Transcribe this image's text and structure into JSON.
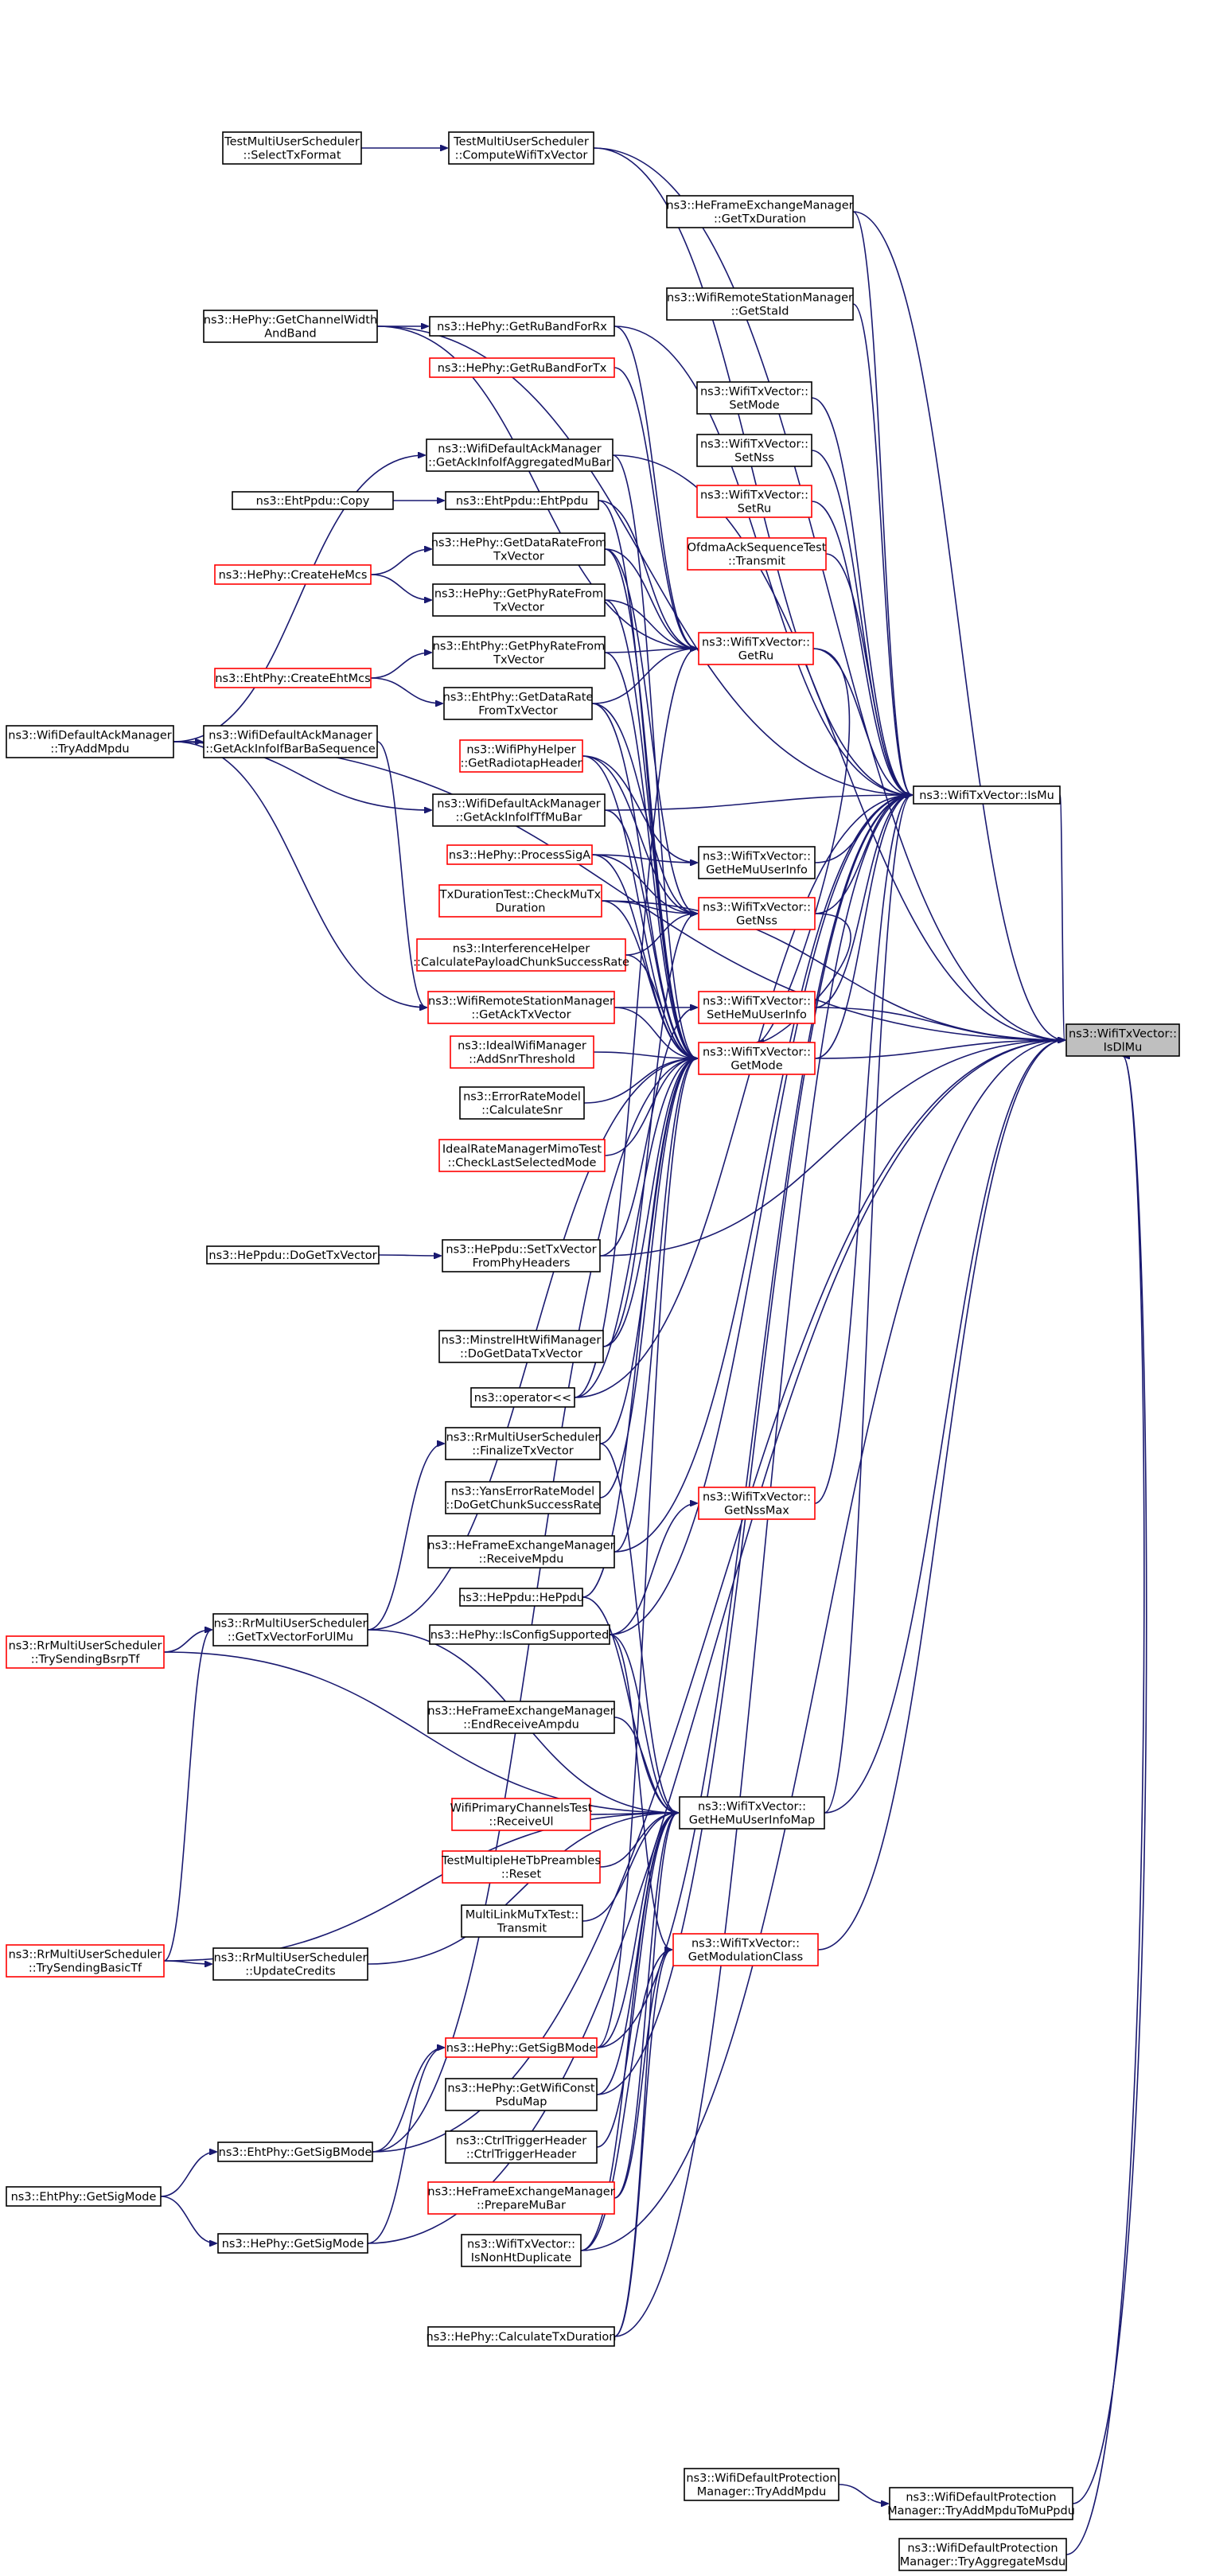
{
  "graph": {
    "nodes": {
      "isdlmu": {
        "lines": [
          "ns3::WifiTxVector::",
          "IsDlMu"
        ],
        "style": "focus"
      },
      "ismu": {
        "lines": [
          "ns3::WifiTxVector::IsMu"
        ],
        "style": "black"
      },
      "hemumap": {
        "lines": [
          "ns3::WifiTxVector::",
          "GetHeMuUserInfoMap"
        ],
        "style": "black"
      },
      "getru": {
        "lines": [
          "ns3::WifiTxVector::",
          "GetRu"
        ],
        "style": "red"
      },
      "getmode": {
        "lines": [
          "ns3::WifiTxVector::",
          "GetMode"
        ],
        "style": "red"
      },
      "getnss": {
        "lines": [
          "ns3::WifiTxVector::",
          "GetNss"
        ],
        "style": "red"
      },
      "sethemu": {
        "lines": [
          "ns3::WifiTxVector::",
          "SetHeMuUserInfo"
        ],
        "style": "red"
      },
      "gethemu": {
        "lines": [
          "ns3::WifiTxVector::",
          "GetHeMuUserInfo"
        ],
        "style": "black"
      },
      "nssmax": {
        "lines": [
          "ns3::WifiTxVector::",
          "GetNssMax"
        ],
        "style": "red"
      },
      "modclass": {
        "lines": [
          "ns3::WifiTxVector::",
          "GetModulationClass"
        ],
        "style": "red"
      },
      "tmus_cwv": {
        "lines": [
          "TestMultiUserScheduler",
          "::ComputeWifiTxVector"
        ],
        "style": "black"
      },
      "tmus_stf": {
        "lines": [
          "TestMultiUserScheduler",
          "::SelectTxFormat"
        ],
        "style": "black"
      },
      "hefem_gtd": {
        "lines": [
          "ns3::HeFrameExchangeManager",
          "::GetTxDuration"
        ],
        "style": "black"
      },
      "wrsm_gsid": {
        "lines": [
          "ns3::WifiRemoteStationManager",
          "::GetStaId"
        ],
        "style": "black"
      },
      "setmode": {
        "lines": [
          "ns3::WifiTxVector::",
          "SetMode"
        ],
        "style": "black"
      },
      "setnss": {
        "lines": [
          "ns3::WifiTxVector::",
          "SetNss"
        ],
        "style": "black"
      },
      "setru": {
        "lines": [
          "ns3::WifiTxVector::",
          "SetRu"
        ],
        "style": "red"
      },
      "oast": {
        "lines": [
          "OfdmaAckSequenceTest",
          "::Transmit"
        ],
        "style": "red"
      },
      "hephy_gcwab": {
        "lines": [
          "ns3::HePhy::GetChannelWidth",
          "AndBand"
        ],
        "style": "black"
      },
      "hephy_grbrx": {
        "lines": [
          "ns3::HePhy::GetRuBandForRx"
        ],
        "style": "black"
      },
      "hephy_grbtx": {
        "lines": [
          "ns3::HePhy::GetRuBandForTx"
        ],
        "style": "red"
      },
      "wdam_gaiamb": {
        "lines": [
          "ns3::WifiDefaultAckManager",
          "::GetAckInfoIfAggregatedMuBar"
        ],
        "style": "black"
      },
      "ehtppdu_copy": {
        "lines": [
          "ns3::EhtPpdu::Copy"
        ],
        "style": "black"
      },
      "ehtppdu_ctor": {
        "lines": [
          "ns3::EhtPpdu::EhtPpdu"
        ],
        "style": "black"
      },
      "hephy_gdrftv": {
        "lines": [
          "ns3::HePhy::GetDataRateFrom",
          "TxVector"
        ],
        "style": "black"
      },
      "hephy_chm": {
        "lines": [
          "ns3::HePhy::CreateHeMcs"
        ],
        "style": "red"
      },
      "hephy_gprftv": {
        "lines": [
          "ns3::HePhy::GetPhyRateFrom",
          "TxVector"
        ],
        "style": "black"
      },
      "ehtphy_gprftv": {
        "lines": [
          "ns3::EhtPhy::GetPhyRateFrom",
          "TxVector"
        ],
        "style": "black"
      },
      "ehtphy_cem": {
        "lines": [
          "ns3::EhtPhy::CreateEhtMcs"
        ],
        "style": "red"
      },
      "ehtphy_gdrftv": {
        "lines": [
          "ns3::EhtPhy::GetDataRate",
          "FromTxVector"
        ],
        "style": "black"
      },
      "wdam_tam": {
        "lines": [
          "ns3::WifiDefaultAckManager",
          "::TryAddMpdu"
        ],
        "style": "black"
      },
      "wdam_gaibbs": {
        "lines": [
          "ns3::WifiDefaultAckManager",
          "::GetAckInfoIfBarBaSequence"
        ],
        "style": "black"
      },
      "wphh_grh": {
        "lines": [
          "ns3::WifiPhyHelper",
          "::GetRadiotapHeader"
        ],
        "style": "red"
      },
      "wdam_gaitfmb": {
        "lines": [
          "ns3::WifiDefaultAckManager",
          "::GetAckInfoIfTfMuBar"
        ],
        "style": "black"
      },
      "hephy_psa": {
        "lines": [
          "ns3::HePhy::ProcessSigA"
        ],
        "style": "red"
      },
      "tdt_cmtd": {
        "lines": [
          "TxDurationTest::CheckMuTx",
          "Duration"
        ],
        "style": "red"
      },
      "ih_cpcsr": {
        "lines": [
          "ns3::InterferenceHelper",
          "::CalculatePayloadChunkSuccessRate"
        ],
        "style": "red"
      },
      "wrsm_gatv": {
        "lines": [
          "ns3::WifiRemoteStationManager",
          "::GetAckTxVector"
        ],
        "style": "red"
      },
      "iwm_ast": {
        "lines": [
          "ns3::IdealWifiManager",
          "::AddSnrThreshold"
        ],
        "style": "red"
      },
      "erm_cs": {
        "lines": [
          "ns3::ErrorRateModel",
          "::CalculateSnr"
        ],
        "style": "black"
      },
      "irmmt_clsm": {
        "lines": [
          "IdealRateManagerMimoTest",
          "::CheckLastSelectedMode"
        ],
        "style": "red"
      },
      "heppdu_dgtv": {
        "lines": [
          "ns3::HePpdu::DoGetTxVector"
        ],
        "style": "black"
      },
      "heppdu_stvfph": {
        "lines": [
          "ns3::HePpdu::SetTxVector",
          "FromPhyHeaders"
        ],
        "style": "black"
      },
      "mhtwm_dgdtv": {
        "lines": [
          "ns3::MinstrelHtWifiManager",
          "::DoGetDataTxVector"
        ],
        "style": "black"
      },
      "operator": {
        "lines": [
          "ns3::operator<<"
        ],
        "style": "black"
      },
      "rrmus_ftv": {
        "lines": [
          "ns3::RrMultiUserScheduler",
          "::FinalizeTxVector"
        ],
        "style": "black"
      },
      "yerm_dgcsr": {
        "lines": [
          "ns3::YansErrorRateModel",
          "::DoGetChunkSuccessRate"
        ],
        "style": "black"
      },
      "hefem_rm": {
        "lines": [
          "ns3::HeFrameExchangeManager",
          "::ReceiveMpdu"
        ],
        "style": "black"
      },
      "heppdu_ctor": {
        "lines": [
          "ns3::HePpdu::HePpdu"
        ],
        "style": "black"
      },
      "rrmus_gtvful": {
        "lines": [
          "ns3::RrMultiUserScheduler",
          "::GetTxVectorForUlMu"
        ],
        "style": "black"
      },
      "hephy_ics": {
        "lines": [
          "ns3::HePhy::IsConfigSupported"
        ],
        "style": "black"
      },
      "rrmus_tsbt": {
        "lines": [
          "ns3::RrMultiUserScheduler",
          "::TrySendingBsrpTf"
        ],
        "style": "red"
      },
      "hefem_era": {
        "lines": [
          "ns3::HeFrameExchangeManager",
          "::EndReceiveAmpdu"
        ],
        "style": "black"
      },
      "wpct_ru": {
        "lines": [
          "WifiPrimaryChannelsTest",
          "::ReceiveUl"
        ],
        "style": "red"
      },
      "tmhtp_r": {
        "lines": [
          "TestMultipleHeTbPreambles",
          "::Reset"
        ],
        "style": "red"
      },
      "mlmtt_t": {
        "lines": [
          "MultiLinkMuTxTest::",
          "Transmit"
        ],
        "style": "black"
      },
      "rrmus_tsbasic": {
        "lines": [
          "ns3::RrMultiUserScheduler",
          "::TrySendingBasicTf"
        ],
        "style": "red"
      },
      "rrmus_uc": {
        "lines": [
          "ns3::RrMultiUserScheduler",
          "::UpdateCredits"
        ],
        "style": "black"
      },
      "hephy_gsbm": {
        "lines": [
          "ns3::HePhy::GetSigBMode"
        ],
        "style": "red"
      },
      "hephy_gwcpm": {
        "lines": [
          "ns3::HePhy::GetWifiConst",
          "PsduMap"
        ],
        "style": "black"
      },
      "cth_cth": {
        "lines": [
          "ns3::CtrlTriggerHeader",
          "::CtrlTriggerHeader"
        ],
        "style": "black"
      },
      "ehtphy_gsbm": {
        "lines": [
          "ns3::EhtPhy::GetSigBMode"
        ],
        "style": "black"
      },
      "hefem_pmb": {
        "lines": [
          "ns3::HeFrameExchangeManager",
          "::PrepareMuBar"
        ],
        "style": "red"
      },
      "ehtphy_gsm": {
        "lines": [
          "ns3::EhtPhy::GetSigMode"
        ],
        "style": "black"
      },
      "wtv_inhd": {
        "lines": [
          "ns3::WifiTxVector::",
          "IsNonHtDuplicate"
        ],
        "style": "black"
      },
      "hephy_gsm": {
        "lines": [
          "ns3::HePhy::GetSigMode"
        ],
        "style": "black"
      },
      "hephy_ctd": {
        "lines": [
          "ns3::HePhy::CalculateTxDuration"
        ],
        "style": "black"
      },
      "wdpm_tam": {
        "lines": [
          "ns3::WifiDefaultProtection",
          "Manager::TryAddMpdu"
        ],
        "style": "black"
      },
      "wdpm_tamtmp": {
        "lines": [
          "ns3::WifiDefaultProtection",
          "Manager::TryAddMpduToMuPpdu"
        ],
        "style": "black"
      },
      "wdpm_tams": {
        "lines": [
          "ns3::WifiDefaultProtection",
          "Manager::TryAggregateMsdu"
        ],
        "style": "black"
      }
    },
    "edges": [
      [
        "tmus_stf",
        "tmus_cwv"
      ],
      [
        "tmus_cwv",
        "isdlmu"
      ],
      [
        "tmus_cwv",
        "ismu"
      ],
      [
        "hefem_gtd",
        "isdlmu"
      ],
      [
        "hefem_gtd",
        "ismu"
      ],
      [
        "wrsm_gsid",
        "ismu"
      ],
      [
        "setmode",
        "ismu"
      ],
      [
        "setnss",
        "ismu"
      ],
      [
        "setru",
        "ismu"
      ],
      [
        "oast",
        "ismu"
      ],
      [
        "hephy_gcwab",
        "hephy_grbrx"
      ],
      [
        "hephy_gcwab",
        "ismu"
      ],
      [
        "hephy_gcwab",
        "getru"
      ],
      [
        "hephy_grbrx",
        "getru"
      ],
      [
        "hephy_grbrx",
        "ismu"
      ],
      [
        "hephy_grbtx",
        "getru"
      ],
      [
        "wdam_tam",
        "wdam_gaiamb"
      ],
      [
        "wdam_tam",
        "wdam_gaibbs"
      ],
      [
        "wdam_tam",
        "wdam_gaitfmb"
      ],
      [
        "wdam_tam",
        "wrsm_gatv"
      ],
      [
        "wdam_tam",
        "isdlmu"
      ],
      [
        "wdam_gaiamb",
        "getmode"
      ],
      [
        "wdam_gaiamb",
        "isdlmu"
      ],
      [
        "ehtppdu_copy",
        "ehtppdu_ctor"
      ],
      [
        "ehtppdu_ctor",
        "getru"
      ],
      [
        "ehtppdu_ctor",
        "getmode"
      ],
      [
        "hephy_chm",
        "hephy_gdrftv"
      ],
      [
        "hephy_chm",
        "hephy_gprftv"
      ],
      [
        "hephy_gdrftv",
        "getru"
      ],
      [
        "hephy_gdrftv",
        "getmode"
      ],
      [
        "hephy_gdrftv",
        "getnss"
      ],
      [
        "hephy_gprftv",
        "getru"
      ],
      [
        "hephy_gprftv",
        "getmode"
      ],
      [
        "ehtphy_cem",
        "ehtphy_gprftv"
      ],
      [
        "ehtphy_cem",
        "ehtphy_gdrftv"
      ],
      [
        "ehtphy_gprftv",
        "getru"
      ],
      [
        "ehtphy_gprftv",
        "getmode"
      ],
      [
        "ehtphy_gdrftv",
        "getru"
      ],
      [
        "ehtphy_gdrftv",
        "getmode"
      ],
      [
        "ehtphy_gdrftv",
        "getnss"
      ],
      [
        "wdam_gaibbs",
        "wrsm_gatv"
      ],
      [
        "wdam_gaitfmb",
        "ismu"
      ],
      [
        "wdam_gaitfmb",
        "getmode"
      ],
      [
        "wphh_grh",
        "getmode"
      ],
      [
        "wphh_grh",
        "gethemu"
      ],
      [
        "wphh_grh",
        "getnss"
      ],
      [
        "hephy_psa",
        "getmode"
      ],
      [
        "hephy_psa",
        "getnss"
      ],
      [
        "hephy_psa",
        "gethemu"
      ],
      [
        "tdt_cmtd",
        "getmode"
      ],
      [
        "tdt_cmtd",
        "getnss"
      ],
      [
        "tdt_cmtd",
        "isdlmu"
      ],
      [
        "ih_cpcsr",
        "getmode"
      ],
      [
        "ih_cpcsr",
        "getnss"
      ],
      [
        "wrsm_gatv",
        "getmode"
      ],
      [
        "wrsm_gatv",
        "sethemu"
      ],
      [
        "iwm_ast",
        "getmode"
      ],
      [
        "erm_cs",
        "getmode"
      ],
      [
        "irmmt_clsm",
        "getmode"
      ],
      [
        "heppdu_dgtv",
        "heppdu_stvfph"
      ],
      [
        "heppdu_stvfph",
        "isdlmu"
      ],
      [
        "heppdu_stvfph",
        "sethemu"
      ],
      [
        "mhtwm_dgdtv",
        "getmode"
      ],
      [
        "mhtwm_dgdtv",
        "getnss"
      ],
      [
        "operator",
        "ismu"
      ],
      [
        "operator",
        "getmode"
      ],
      [
        "operator",
        "getru"
      ],
      [
        "rrmus_gtvful",
        "rrmus_ftv"
      ],
      [
        "rrmus_gtvful",
        "hemumap"
      ],
      [
        "rrmus_gtvful",
        "getmode"
      ],
      [
        "rrmus_ftv",
        "getmode"
      ],
      [
        "rrmus_ftv",
        "hemumap"
      ],
      [
        "yerm_dgcsr",
        "getmode"
      ],
      [
        "hefem_rm",
        "getmode"
      ],
      [
        "hefem_rm",
        "ismu"
      ],
      [
        "heppdu_ctor",
        "getmode"
      ],
      [
        "heppdu_ctor",
        "hemumap"
      ],
      [
        "hephy_ics",
        "nssmax"
      ],
      [
        "hephy_ics",
        "ismu"
      ],
      [
        "hephy_ics",
        "hemumap"
      ],
      [
        "hephy_ics",
        "modclass"
      ],
      [
        "rrmus_tsbt",
        "rrmus_gtvful"
      ],
      [
        "rrmus_tsbt",
        "hemumap"
      ],
      [
        "hefem_era",
        "hemumap"
      ],
      [
        "wpct_ru",
        "hemumap"
      ],
      [
        "tmhtp_r",
        "hemumap"
      ],
      [
        "mlmtt_t",
        "hemumap"
      ],
      [
        "rrmus_tsbasic",
        "rrmus_gtvful"
      ],
      [
        "rrmus_tsbasic",
        "rrmus_uc"
      ],
      [
        "rrmus_tsbasic",
        "hemumap"
      ],
      [
        "rrmus_uc",
        "hemumap"
      ],
      [
        "hephy_gsbm",
        "ismu"
      ],
      [
        "hephy_gsbm",
        "getmode"
      ],
      [
        "hephy_gsbm",
        "hemumap"
      ],
      [
        "hephy_gwcpm",
        "hemumap"
      ],
      [
        "hephy_gwcpm",
        "ismu"
      ],
      [
        "cth_cth",
        "hemumap"
      ],
      [
        "ehtphy_gsbm",
        "hephy_gsbm"
      ],
      [
        "ehtphy_gsbm",
        "isdlmu"
      ],
      [
        "ehtphy_gsbm",
        "getmode"
      ],
      [
        "ehtphy_gsm",
        "ehtphy_gsbm"
      ],
      [
        "ehtphy_gsm",
        "hephy_gsm"
      ],
      [
        "hefem_pmb",
        "hemumap"
      ],
      [
        "hefem_pmb",
        "modclass"
      ],
      [
        "wtv_inhd",
        "modclass"
      ],
      [
        "wtv_inhd",
        "isdlmu"
      ],
      [
        "wtv_inhd",
        "hemumap"
      ],
      [
        "hephy_gsm",
        "hephy_gsbm"
      ],
      [
        "hephy_gsm",
        "isdlmu"
      ],
      [
        "hephy_ctd",
        "ismu"
      ],
      [
        "hephy_ctd",
        "modclass"
      ],
      [
        "hephy_ctd",
        "hemumap"
      ],
      [
        "wdpm_tam",
        "wdpm_tamtmp"
      ],
      [
        "wdpm_tamtmp",
        "isdlmu"
      ],
      [
        "wdpm_tams",
        "isdlmu"
      ],
      [
        "ismu",
        "isdlmu"
      ],
      [
        "getmode",
        "isdlmu"
      ],
      [
        "sethemu",
        "isdlmu"
      ],
      [
        "hemumap",
        "isdlmu"
      ],
      [
        "modclass",
        "isdlmu"
      ],
      [
        "getru",
        "ismu"
      ],
      [
        "getmode",
        "ismu"
      ],
      [
        "getnss",
        "ismu"
      ],
      [
        "gethemu",
        "ismu"
      ],
      [
        "sethemu",
        "ismu"
      ],
      [
        "nssmax",
        "ismu"
      ],
      [
        "hemumap",
        "ismu"
      ],
      [
        "getru",
        "getmode"
      ],
      [
        "getnss",
        "getmode"
      ]
    ]
  }
}
